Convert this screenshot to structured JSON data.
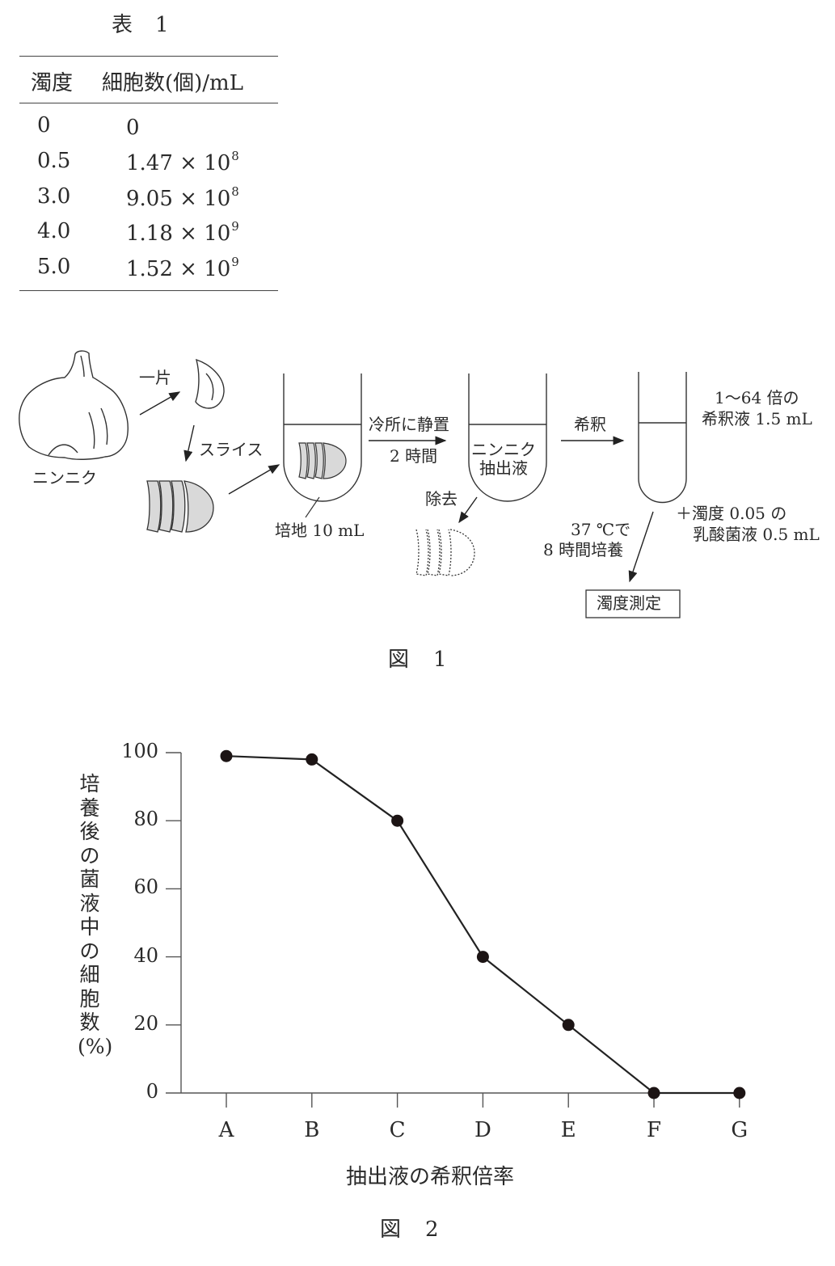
{
  "table1": {
    "caption": "表",
    "caption_num": "1",
    "headers": [
      "濁度",
      "細胞数(個)/mL"
    ],
    "rows": [
      {
        "turbidity": "0",
        "mantissa": "0",
        "exp": ""
      },
      {
        "turbidity": "0.5",
        "mantissa": "1.47 × 10",
        "exp": "8"
      },
      {
        "turbidity": "3.0",
        "mantissa": "9.05 × 10",
        "exp": "8"
      },
      {
        "turbidity": "4.0",
        "mantissa": "1.18 × 10",
        "exp": "9"
      },
      {
        "turbidity": "5.0",
        "mantissa": "1.52 × 10",
        "exp": "9"
      }
    ]
  },
  "figure1": {
    "caption": "図",
    "caption_num": "1",
    "labels": {
      "garlic": "ニンニク",
      "one_clove": "一片",
      "slice": "スライス",
      "medium": "培地 10 mL",
      "cold_storage": "冷所に静置",
      "two_hours": "2 時間",
      "extract_line1": "ニンニク",
      "extract_line2": "抽出液",
      "remove": "除去",
      "dilute": "希釈",
      "dilution_line1": "1～64 倍の",
      "dilution_line2": "希釈液 1.5 mL",
      "add_line1": "＋濁度 0.05 の",
      "add_line2": "乳酸菌液 0.5 mL",
      "incubate_line1": "37 ℃で",
      "incubate_line2": "8 時間培養",
      "measure": "濁度測定"
    }
  },
  "figure2": {
    "caption": "図",
    "caption_num": "2"
  },
  "chart_data": {
    "type": "line",
    "title": "図 2",
    "xlabel": "抽出液の希釈倍率",
    "ylabel": "培養後の菌液中の細胞数(%)",
    "categories": [
      "A",
      "B",
      "C",
      "D",
      "E",
      "F",
      "G"
    ],
    "values": [
      99,
      98,
      80,
      40,
      20,
      0,
      0
    ],
    "yticks": [
      0,
      20,
      40,
      60,
      80,
      100
    ],
    "ylim": [
      0,
      100
    ],
    "grid": false,
    "legend": null,
    "marker": "filled-circle",
    "line_color": "#222222"
  }
}
